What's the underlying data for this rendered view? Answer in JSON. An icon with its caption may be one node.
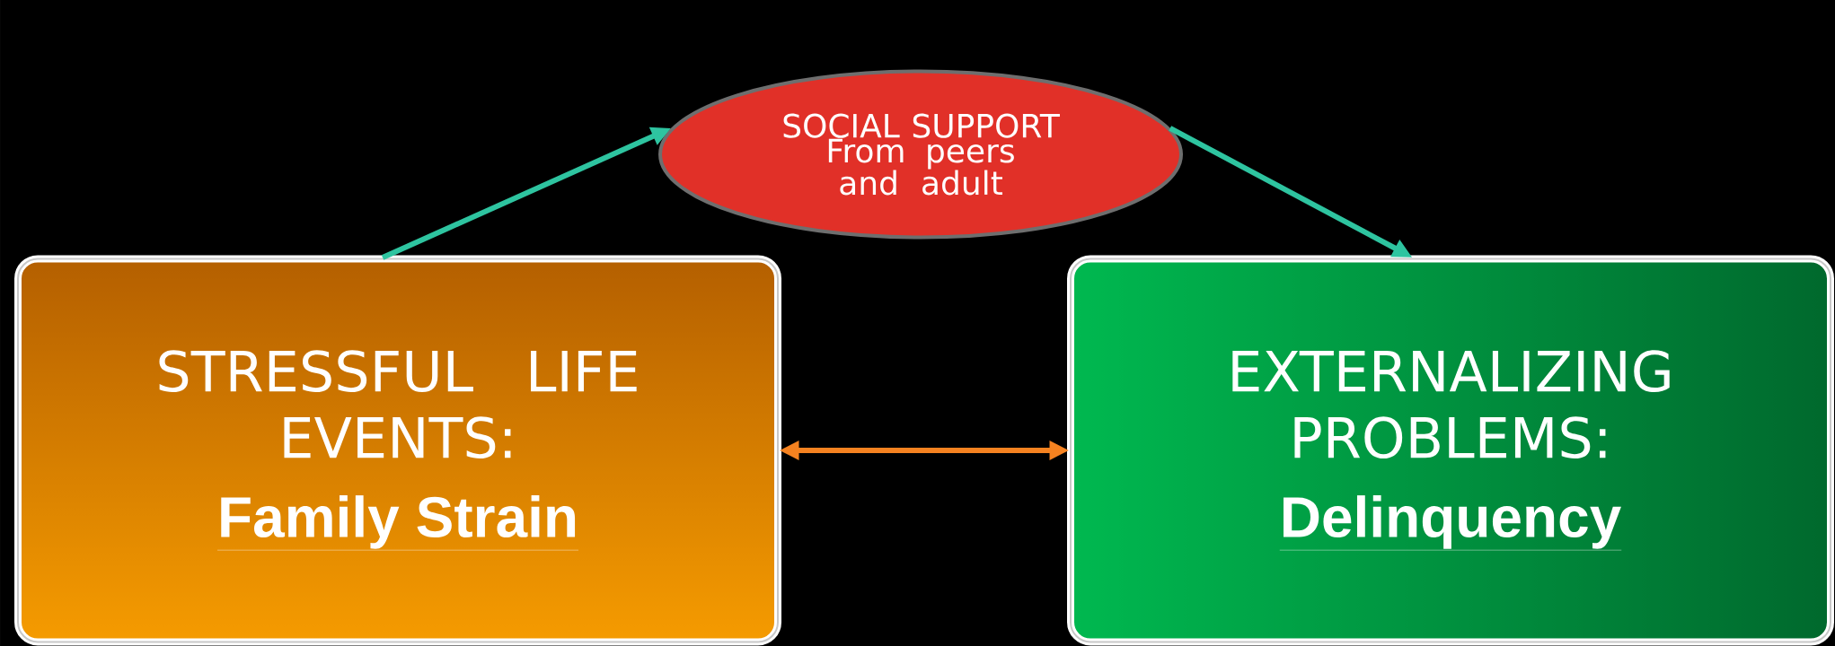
{
  "diagram": {
    "nodes": [
      {
        "text": [
          "SOCIAL SUPPORT From peers and adult"
        ]
      },
      {
        "text": [
          "STRESSFUL LIFE EVENTS:",
          "Family Strain"
        ]
      },
      {
        "text": [
          "EXTERNALIZING PROBLEMS:",
          "Delinquency"
        ]
      }
    ],
    "edges": [
      {
        "from": 1,
        "to": 0,
        "arrow": "to"
      },
      {
        "from": 0,
        "to": 2,
        "arrow": "to"
      },
      {
        "from": 1,
        "to": 2,
        "arrow": "both",
        "color": "#f58220"
      }
    ]
  }
}
